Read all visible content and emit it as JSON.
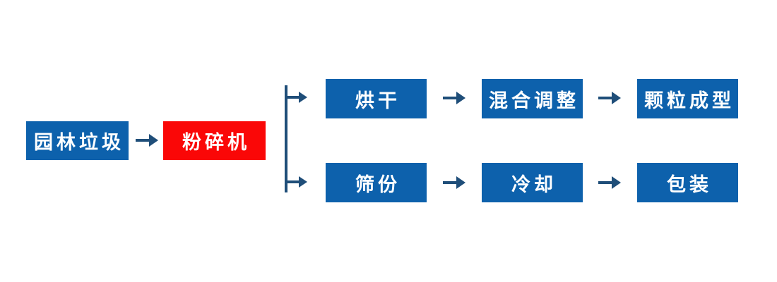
{
  "colors": {
    "node_blue": "#0d61ac",
    "node_red": "#fa0707",
    "connector": "#1f4e79",
    "node_text": "#ffffff",
    "background": "#ffffff"
  },
  "nodes": {
    "garden_waste": {
      "label": "园林垃圾",
      "color": "blue"
    },
    "crusher": {
      "label": "粉碎机",
      "color": "red"
    },
    "drying": {
      "label": "烘干",
      "color": "blue"
    },
    "mixing_adjustment": {
      "label": "混合调整",
      "color": "blue"
    },
    "pellet_forming": {
      "label": "颗粒成型",
      "color": "blue"
    },
    "screening": {
      "label": "筛份",
      "color": "blue"
    },
    "cooling": {
      "label": "冷却",
      "color": "blue"
    },
    "packaging": {
      "label": "包装",
      "color": "blue"
    }
  },
  "icons": {
    "arrow_right": "→",
    "branch_connector": "vertical line splitting into two right arrows"
  }
}
